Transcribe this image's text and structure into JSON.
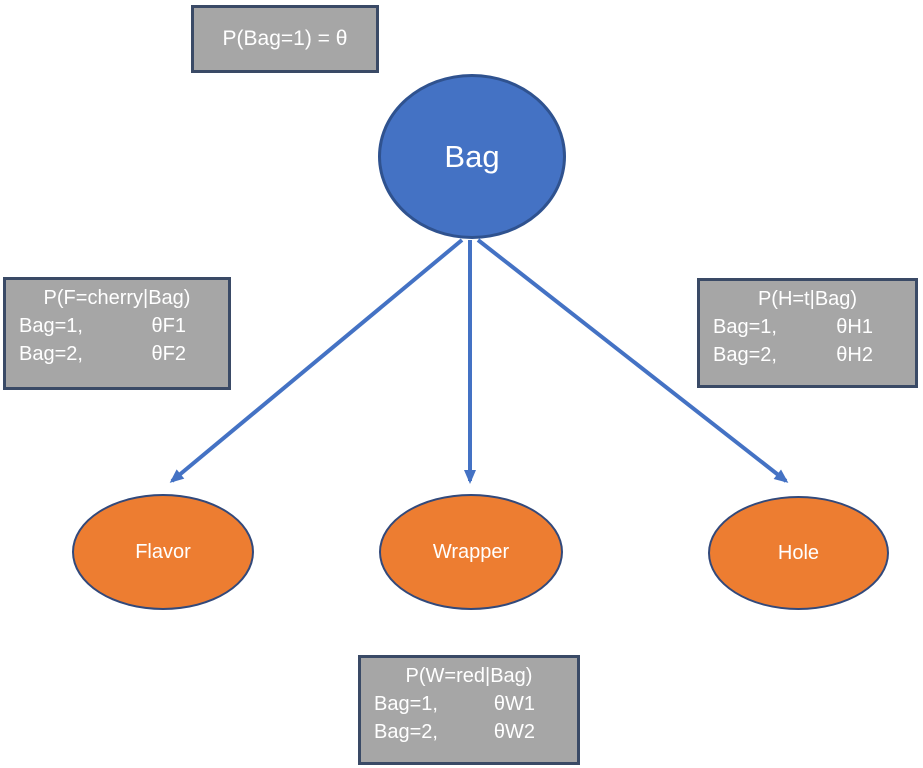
{
  "colors": {
    "node_blue_fill": "#4472C4",
    "node_blue_border": "#2F528F",
    "node_orange_fill": "#ED7D31",
    "node_orange_border": "#32497B",
    "box_gray_fill": "#A6A6A6",
    "box_border": "#3A4A66",
    "arrow_blue": "#4472C4",
    "text_white": "#FFFFFF"
  },
  "prior_box": {
    "text": "P(Bag=1) = θ"
  },
  "nodes": {
    "bag": {
      "label": "Bag"
    },
    "flavor": {
      "label": "Flavor"
    },
    "wrapper": {
      "label": "Wrapper"
    },
    "hole": {
      "label": "Hole"
    }
  },
  "cpt_flavor": {
    "title": "P(F=cherry|Bag)",
    "rows": [
      {
        "condition": "Bag=1,",
        "value": "θF1"
      },
      {
        "condition": "Bag=2,",
        "value": "θF2"
      }
    ]
  },
  "cpt_hole": {
    "title": "P(H=t|Bag)",
    "rows": [
      {
        "condition": "Bag=1,",
        "value": "θH1"
      },
      {
        "condition": "Bag=2,",
        "value": "θH2"
      }
    ]
  },
  "cpt_wrapper": {
    "title": "P(W=red|Bag)",
    "rows": [
      {
        "condition": "Bag=1,",
        "value": "θW1"
      },
      {
        "condition": "Bag=2,",
        "value": "θW2"
      }
    ]
  }
}
